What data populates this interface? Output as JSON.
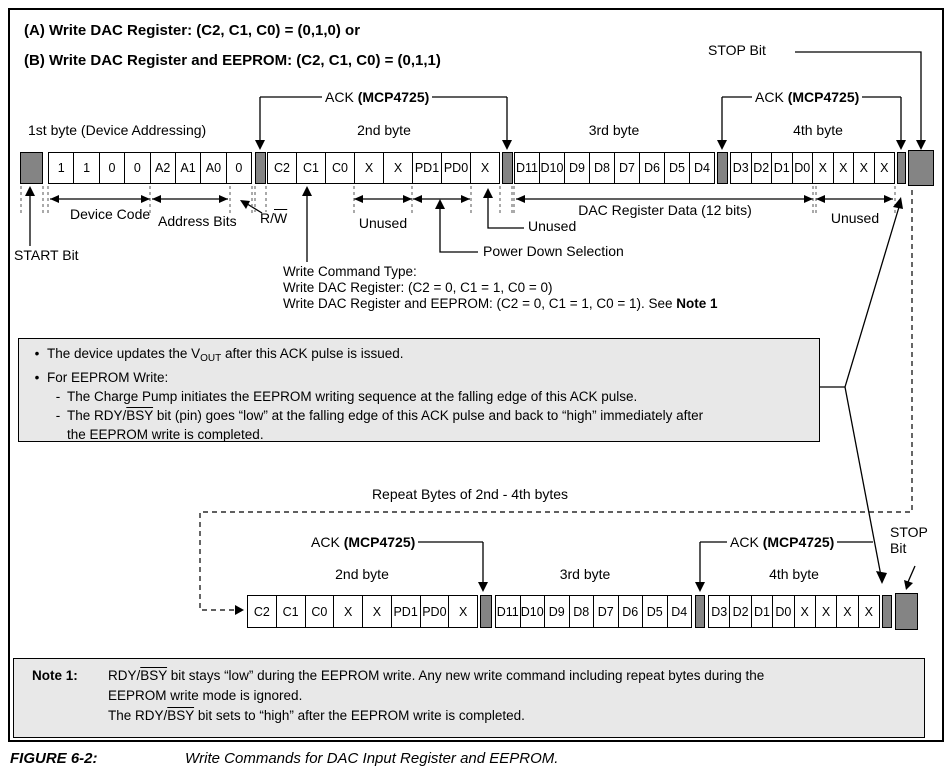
{
  "figure": {
    "title_a": "(A) Write DAC Register: (C2, C1, C0) = (0,1,0) or",
    "title_b": "(B) Write DAC Register and EEPROM: (C2, C1, C0) = (0,1,1)",
    "caption_label": "FIGURE 6-2:",
    "caption_text": "Write Commands for DAC Input Register and EEPROM."
  },
  "labels": {
    "stop_bit_top": "STOP Bit",
    "ack_prefix": "ACK",
    "ack_device": "(MCP4725)",
    "byte1": "1st byte (Device Addressing)",
    "byte2": "2nd byte",
    "byte3": "3rd byte",
    "byte4": "4th byte",
    "device_code": "Device Code",
    "address_bits": "Address Bits",
    "rw_pre": "R/",
    "rw_ov": "W",
    "unused": "Unused",
    "start_bit": "START Bit",
    "dac_data": "DAC Register Data (12 bits)",
    "power_down": "Power Down Selection",
    "wct_line1": "Write Command Type:",
    "wct_line2": "Write DAC Register: (C2 = 0, C1 = 1, C0 = 0)",
    "wct_line3_pre": "Write DAC Register and EEPROM: (C2 = 0, C1 = 1, C0 = 1). See ",
    "wct_line3_bold": "Note 1",
    "repeat": "Repeat Bytes of 2nd - 4th bytes",
    "stop2_line1": "STOP",
    "stop2_line2": "Bit"
  },
  "bits": {
    "byte1": [
      "1",
      "1",
      "0",
      "0",
      "A2",
      "A1",
      "A0",
      "0"
    ],
    "byte2": [
      "C2",
      "C1",
      "C0",
      "X",
      "X",
      "PD1",
      "PD0",
      "X"
    ],
    "byte3": [
      "D11",
      "D10",
      "D9",
      "D8",
      "D7",
      "D6",
      "D5",
      "D4"
    ],
    "byte4": [
      "D3",
      "D2",
      "D1",
      "D0",
      "X",
      "X",
      "X",
      "X"
    ]
  },
  "note_box": {
    "bullet": "•",
    "dash": "-",
    "b1_pre": "The device updates the V",
    "b1_sub": "OUT",
    "b1_post": " after this ACK pulse is issued.",
    "b2": "For EEPROM Write:",
    "d1": "The Charge Pump initiates the EEPROM writing sequence at the falling edge of this ACK pulse.",
    "d2_pre": "The RDY/",
    "d2_ov": "BSY",
    "d2_post": " bit (pin) goes “low” at the falling edge of this ACK pulse and back to “high” immediately after",
    "d2_cont": "the EEPROM write is completed."
  },
  "note1": {
    "label": "Note 1:",
    "l1_pre": "RDY/",
    "l1_ov": "BSY",
    "l1_post": " bit stays “low” during the EEPROM write. Any new write command including repeat bytes during the",
    "l2": "EEPROM write mode is ignored.",
    "l3_pre": "The RDY/",
    "l3_ov": "BSY",
    "l3_post": " bit sets to “high” after the EEPROM write is completed."
  },
  "colors": {
    "ack_gray": "#848484",
    "box_gray": "#e8e8e8"
  }
}
